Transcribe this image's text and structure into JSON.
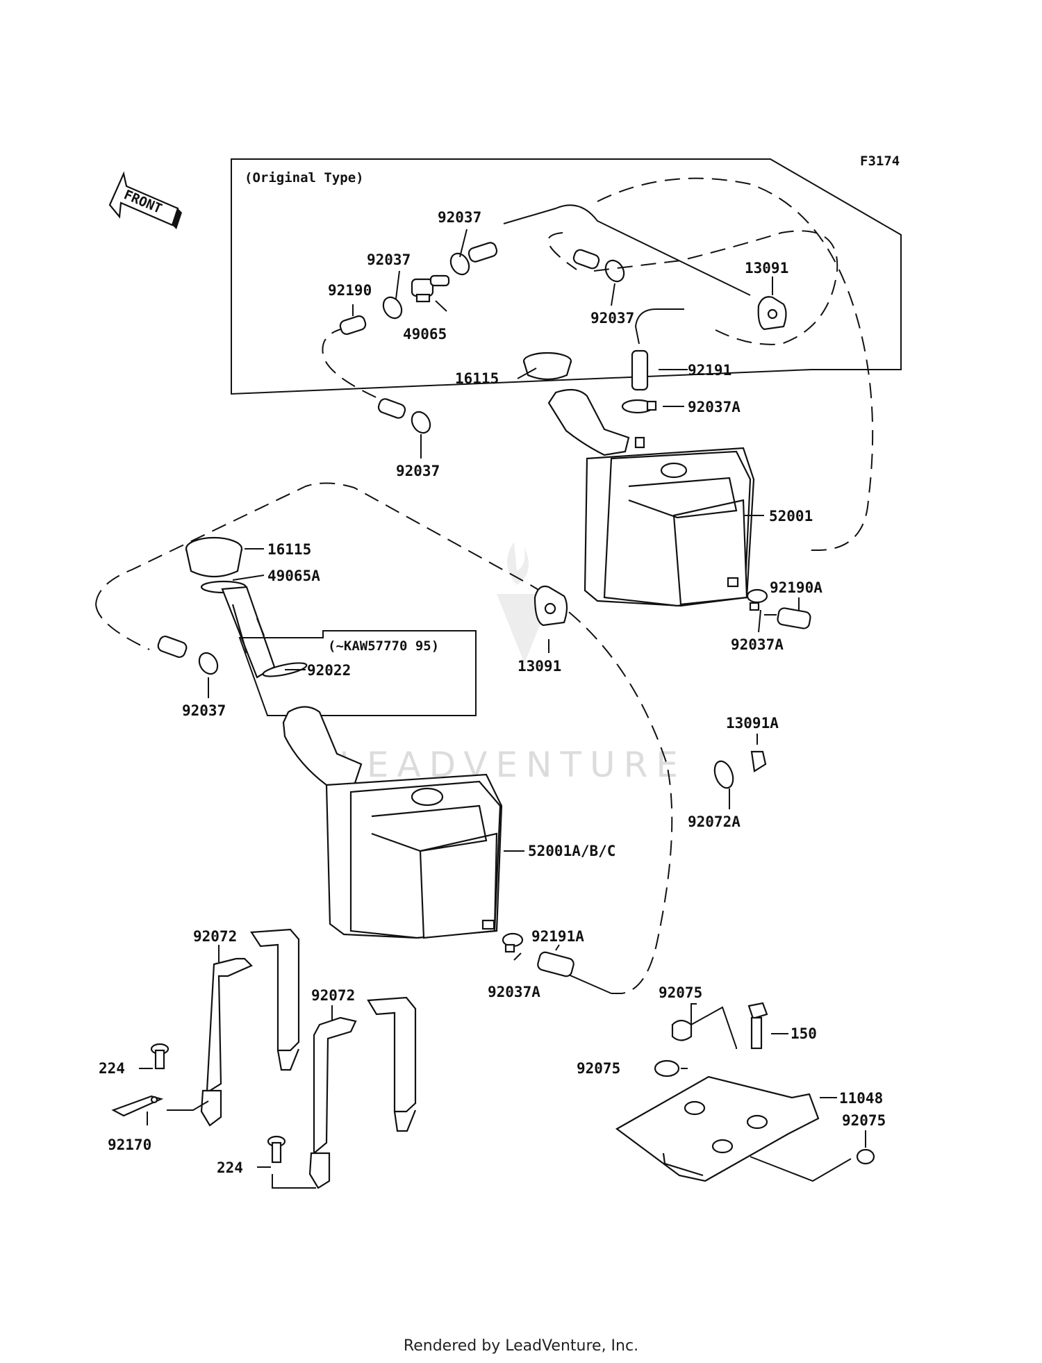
{
  "figure_code": "F3174",
  "front_label": "FRONT",
  "original_type_label": "(Original Type)",
  "serial_note": "(~KAW57770 95)",
  "watermark": "LEADVENTURE",
  "footer": "Rendered by LeadVenture, Inc.",
  "callouts": [
    "92037",
    "92037",
    "92190",
    "49065",
    "92037",
    "13091",
    "92191",
    "16115",
    "92037A",
    "92037",
    "52001",
    "92190A",
    "92037A",
    "16115",
    "49065A",
    "92022",
    "13091",
    "92037",
    "13091A",
    "92072A",
    "52001A/B/C",
    "92191A",
    "92037A",
    "92072",
    "92072",
    "224",
    "92170",
    "224",
    "92075",
    "150",
    "92075",
    "11048",
    "92075"
  ]
}
